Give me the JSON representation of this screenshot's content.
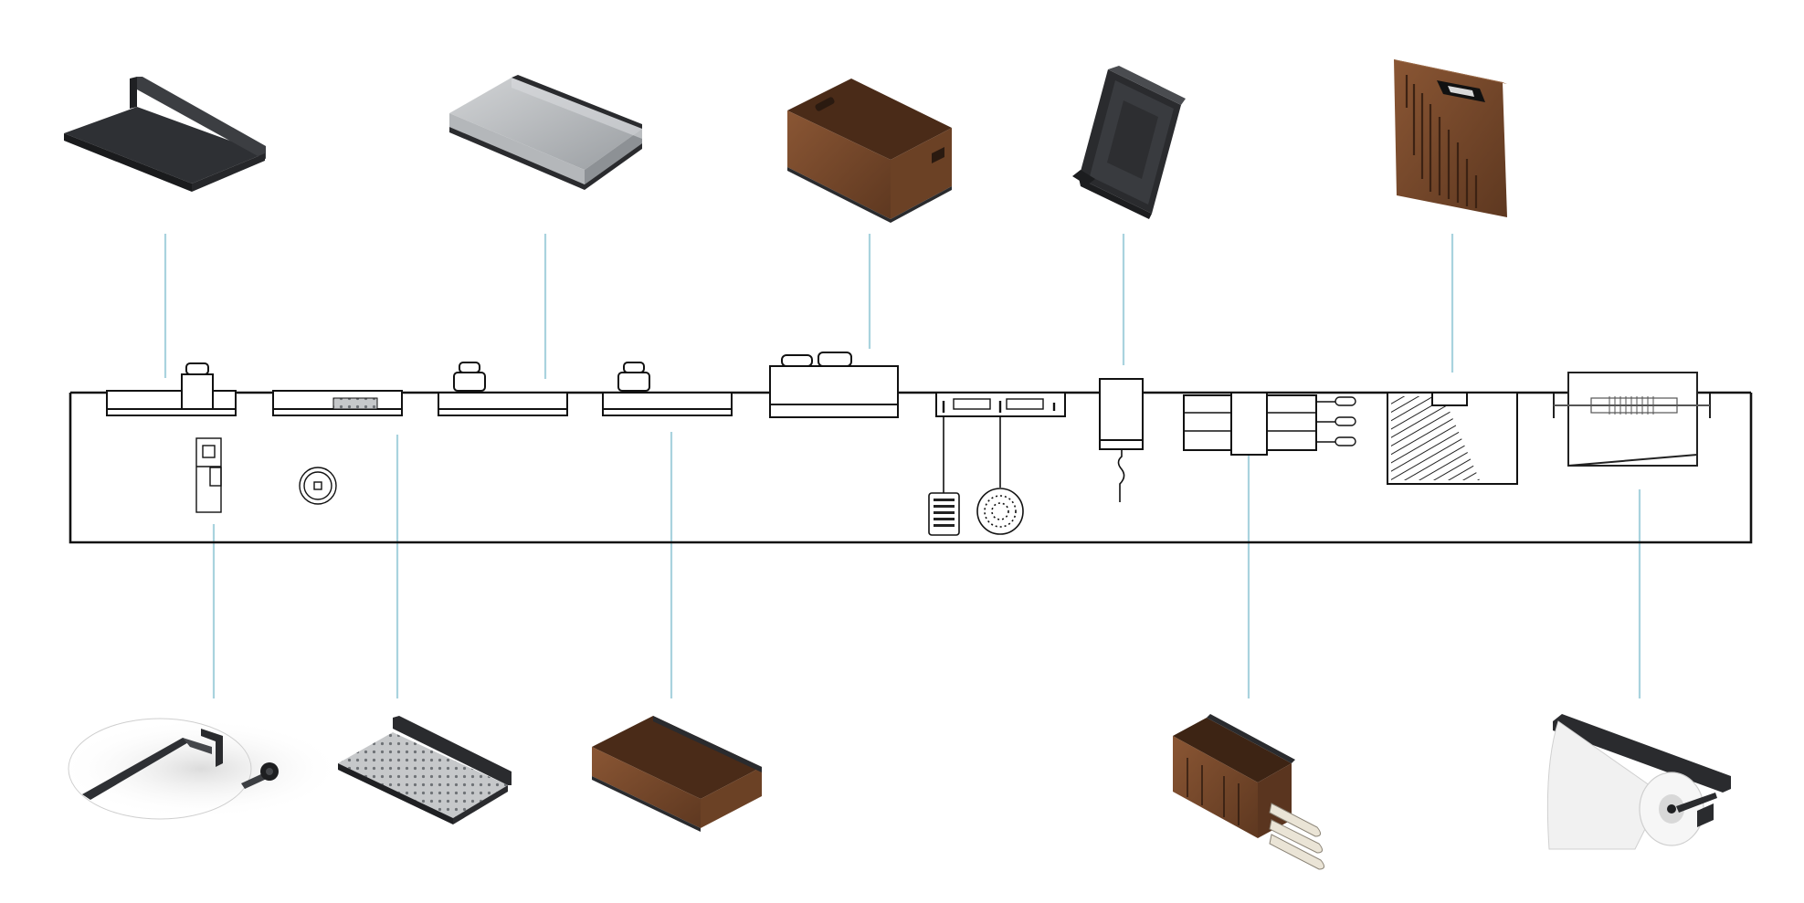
{
  "diagram": {
    "kind": "exploded-accessory-rail",
    "colors": {
      "background": "#ffffff",
      "rail_line": "#111111",
      "leader_line": "#a9d3de",
      "black_steel": "#2a2b2e",
      "black_steel_light": "#45474b",
      "stainless": "#b9bcbf",
      "stainless_dark": "#8c9094",
      "walnut": "#7a4a2c",
      "walnut_dark": "#5a351f",
      "paper": "#f2f2f2"
    },
    "accessories_top": [
      {
        "id": "shelf",
        "name_icon": "shelf-icon"
      },
      {
        "id": "steel-tray",
        "name_icon": "steel-tray-icon"
      },
      {
        "id": "wood-crate",
        "name_icon": "wood-crate-icon"
      },
      {
        "id": "tablet-holder",
        "name_icon": "tablet-holder-icon"
      },
      {
        "id": "cutting-board",
        "name_icon": "cutting-board-icon"
      }
    ],
    "accessories_bottom": [
      {
        "id": "tap-bracket",
        "name_icon": "tap-bracket-icon"
      },
      {
        "id": "perforated-shelf",
        "name_icon": "perforated-shelf-icon"
      },
      {
        "id": "wood-tray",
        "name_icon": "wood-tray-icon"
      },
      {
        "id": "knife-block",
        "name_icon": "knife-block-icon"
      },
      {
        "id": "paper-roll-holder",
        "name_icon": "paper-roll-holder-icon"
      }
    ]
  }
}
